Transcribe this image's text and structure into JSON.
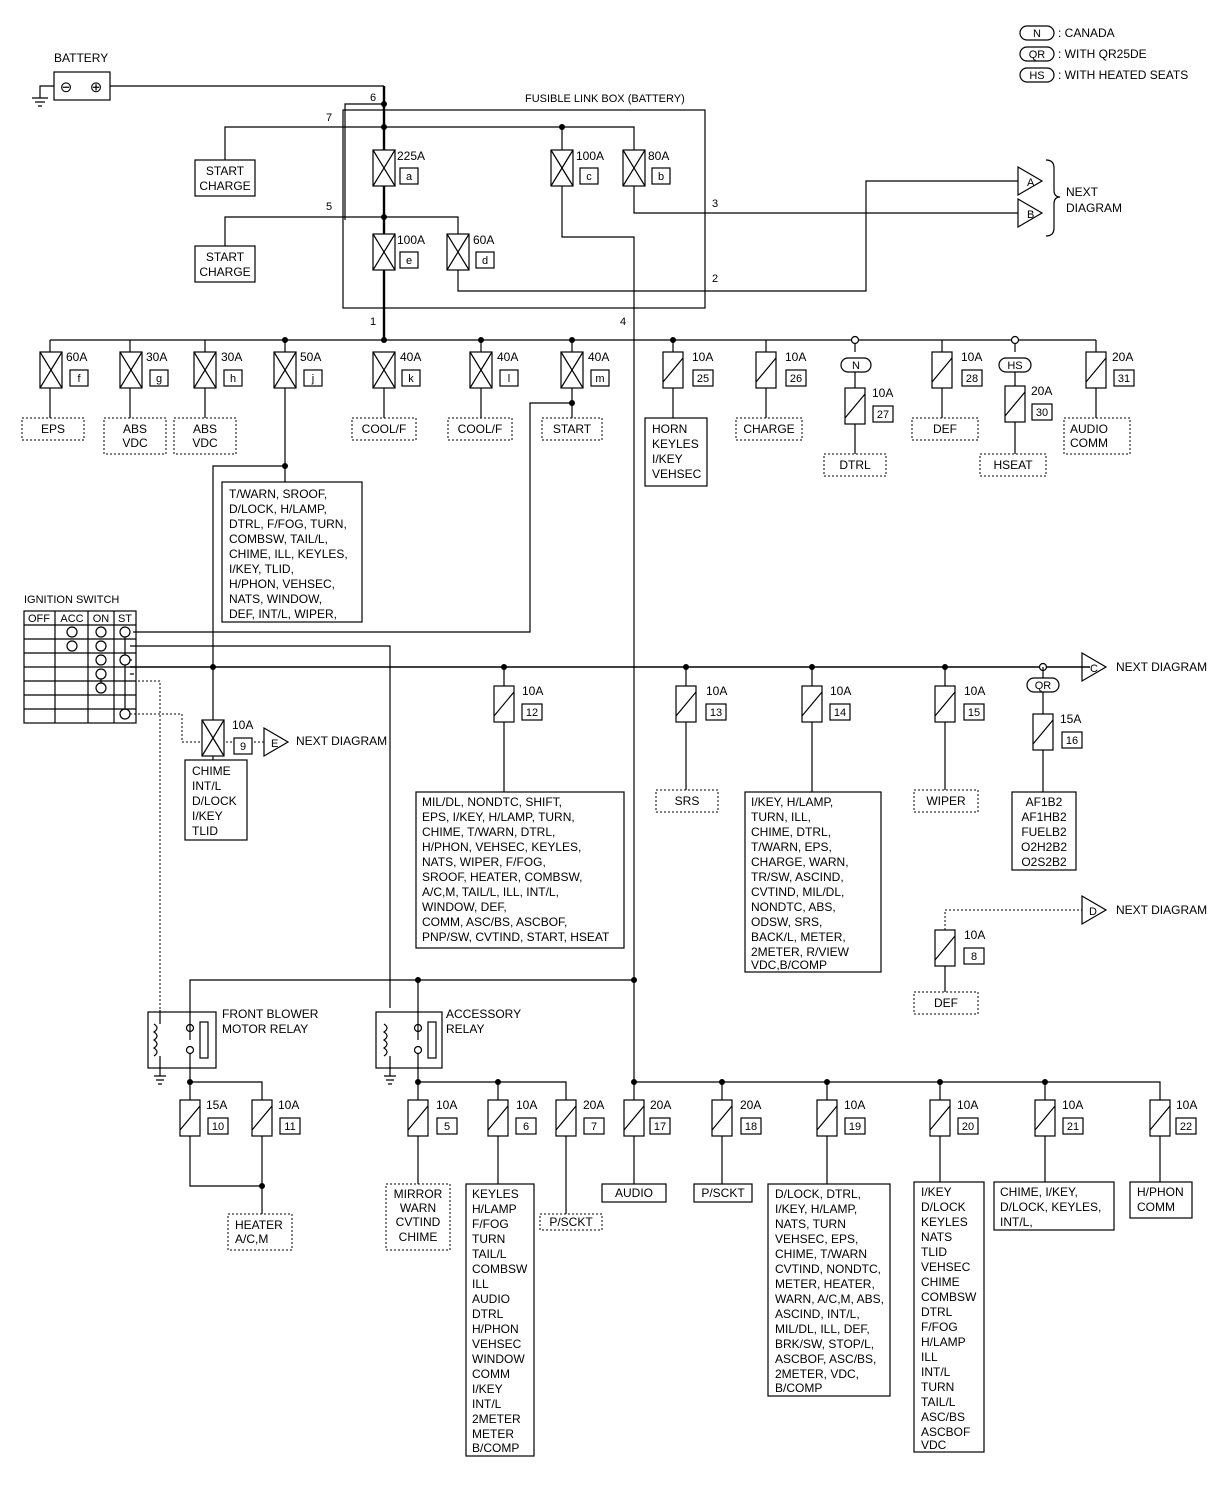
{
  "legend": [
    {
      "code": "N",
      "text": ": CANADA"
    },
    {
      "code": "QR",
      "text": ": WITH QR25DE"
    },
    {
      "code": "HS",
      "text": ": WITH HEATED SEATS"
    }
  ],
  "battery": {
    "label": "BATTERY",
    "minus": "⊖",
    "plus": "⊕"
  },
  "fusible_link_box": {
    "label": "FUSIBLE LINK BOX (BATTERY)"
  },
  "ignition_switch": {
    "label": "IGNITION SWITCH",
    "positions": [
      "OFF",
      "ACC",
      "ON",
      "ST"
    ]
  },
  "relays": {
    "blower": [
      "FRONT BLOWER",
      "MOTOR RELAY"
    ],
    "accessory": [
      "ACCESSORY",
      "RELAY"
    ]
  },
  "wire_numbers": [
    "6",
    "7",
    "5",
    "3",
    "2",
    "1",
    "4"
  ],
  "fusible_links": [
    {
      "amp": "225A",
      "id": "a"
    },
    {
      "amp": "100A",
      "id": "c"
    },
    {
      "amp": "80A",
      "id": "b"
    },
    {
      "amp": "100A",
      "id": "e"
    },
    {
      "amp": "60A",
      "id": "d"
    }
  ],
  "start_charge": [
    [
      "START",
      "CHARGE"
    ],
    [
      "START",
      "CHARGE"
    ]
  ],
  "next_diagram": {
    "a": "A",
    "b": "B",
    "c": "C",
    "d": "D",
    "e": "E",
    "ab_text": [
      "NEXT",
      "DIAGRAM"
    ],
    "text": "NEXT DIAGRAM"
  },
  "top_fuses": [
    {
      "amp": "60A",
      "id": "f"
    },
    {
      "amp": "30A",
      "id": "g"
    },
    {
      "amp": "30A",
      "id": "h"
    },
    {
      "amp": "50A",
      "id": "j"
    },
    {
      "amp": "40A",
      "id": "k"
    },
    {
      "amp": "40A",
      "id": "l"
    },
    {
      "amp": "40A",
      "id": "m"
    },
    {
      "amp": "10A",
      "id": "25"
    },
    {
      "amp": "10A",
      "id": "26"
    },
    {
      "amp": "10A",
      "id": "27",
      "cond": "N"
    },
    {
      "amp": "10A",
      "id": "28"
    },
    {
      "amp": "20A",
      "id": "30",
      "cond": "HS"
    },
    {
      "amp": "20A",
      "id": "31"
    }
  ],
  "top_loads": {
    "f": [
      "EPS"
    ],
    "g": [
      "ABS",
      "VDC"
    ],
    "h": [
      "ABS",
      "VDC"
    ],
    "k": [
      "COOL/F"
    ],
    "l": [
      "COOL/F"
    ],
    "m": [
      "START"
    ],
    "f25": [
      "HORN",
      "KEYLES",
      "I/KEY",
      "VEHSEC"
    ],
    "f26": [
      "CHARGE"
    ],
    "f27": [
      "DTRL"
    ],
    "f28": [
      "DEF"
    ],
    "f30": [
      "HSEAT"
    ],
    "f31": [
      "AUDIO",
      "COMM"
    ],
    "j": [
      "T/WARN, SROOF,",
      "D/LOCK,  H/LAMP,",
      "DTRL, F/FOG, TURN,",
      "COMBSW, TAIL/L,",
      "CHIME, ILL,  KEYLES,",
      "I/KEY, TLID,",
      "H/PHON, VEHSEC,",
      "NATS, WINDOW,",
      "DEF, INT/L, WIPER,"
    ]
  },
  "mid_fuses": [
    {
      "amp": "10A",
      "id": "9"
    },
    {
      "amp": "10A",
      "id": "12"
    },
    {
      "amp": "10A",
      "id": "13"
    },
    {
      "amp": "10A",
      "id": "14"
    },
    {
      "amp": "10A",
      "id": "15"
    },
    {
      "amp": "15A",
      "id": "16",
      "cond": "QR"
    },
    {
      "amp": "10A",
      "id": "8"
    }
  ],
  "mid_loads": {
    "f9": [
      "CHIME",
      "INT/L",
      "D/LOCK",
      "I/KEY",
      "TLID"
    ],
    "f12": [
      "MIL/DL, NONDTC, SHIFT,",
      "EPS, I/KEY, H/LAMP, TURN,",
      "CHIME, T/WARN, DTRL,",
      "H/PHON, VEHSEC, KEYLES,",
      "NATS, WIPER, F/FOG,",
      "SROOF, HEATER, COMBSW,",
      "A/C,M, TAIL/L, ILL, INT/L,",
      "WINDOW, DEF,",
      "COMM, ASC/BS, ASCBOF,",
      "PNP/SW, CVTIND, START, HSEAT"
    ],
    "f13": [
      "SRS"
    ],
    "f14": [
      "I/KEY, H/LAMP,",
      "TURN, ILL,",
      "CHIME, DTRL,",
      "T/WARN, EPS,",
      "CHARGE, WARN,",
      "TR/SW, ASCIND,",
      "CVTIND, MIL/DL,",
      "NONDTC, ABS,",
      "ODSW, SRS,",
      "BACK/L, METER,",
      "2METER, R/VIEW",
      "VDC,B/COMP"
    ],
    "f15": [
      "WIPER"
    ],
    "f16": [
      "AF1B2",
      "AF1HB2",
      "FUELB2",
      "O2H2B2",
      "O2S2B2"
    ],
    "f8": [
      "DEF"
    ]
  },
  "bottom_fuses": [
    {
      "amp": "15A",
      "id": "10"
    },
    {
      "amp": "10A",
      "id": "11"
    },
    {
      "amp": "10A",
      "id": "5"
    },
    {
      "amp": "10A",
      "id": "6"
    },
    {
      "amp": "20A",
      "id": "7"
    },
    {
      "amp": "20A",
      "id": "17"
    },
    {
      "amp": "20A",
      "id": "18"
    },
    {
      "amp": "10A",
      "id": "19"
    },
    {
      "amp": "10A",
      "id": "20"
    },
    {
      "amp": "10A",
      "id": "21"
    },
    {
      "amp": "10A",
      "id": "22"
    }
  ],
  "bottom_loads": {
    "heater": [
      "HEATER",
      "A/C,M"
    ],
    "f5": [
      "MIRROR",
      "WARN",
      "CVTIND",
      "CHIME"
    ],
    "f6": [
      "KEYLES",
      "H/LAMP",
      "F/FOG",
      "TURN",
      "TAIL/L",
      "COMBSW",
      "ILL",
      "AUDIO",
      "DTRL",
      "H/PHON",
      "VEHSEC",
      "WINDOW",
      "COMM",
      "I/KEY",
      "INT/L",
      "2METER",
      "METER",
      "B/COMP"
    ],
    "f7": [
      "P/SCKT"
    ],
    "f17": [
      "AUDIO"
    ],
    "f18": [
      "P/SCKT"
    ],
    "f19": [
      "D/LOCK, DTRL,",
      "I/KEY, H/LAMP,",
      "NATS, TURN",
      "VEHSEC, EPS,",
      "CHIME, T/WARN",
      "CVTIND, NONDTC,",
      "METER, HEATER,",
      "WARN, A/C,M, ABS,",
      "ASCIND, INT/L,",
      "MIL/DL, ILL, DEF,",
      "BRK/SW, STOP/L,",
      "ASCBOF, ASC/BS,",
      "2METER, VDC,",
      "B/COMP"
    ],
    "f20": [
      "I/KEY",
      "D/LOCK",
      "KEYLES",
      "NATS",
      "TLID",
      "VEHSEC",
      "CHIME",
      "COMBSW",
      "DTRL",
      "F/FOG",
      "H/LAMP",
      "ILL",
      "INT/L",
      "TURN",
      "TAIL/L",
      "ASC/BS",
      "ASCBOF",
      "VDC"
    ],
    "f21": [
      "CHIME, I/KEY,",
      "D/LOCK, KEYLES,",
      "INT/L,"
    ],
    "f22": [
      "H/PHON",
      "COMM"
    ]
  }
}
